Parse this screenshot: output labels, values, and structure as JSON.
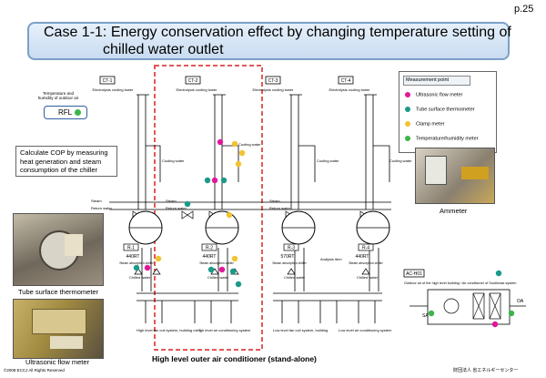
{
  "page_number": "p.25",
  "title": {
    "line1": "Case 1-1: Energy conservation effect by changing temperature setting of",
    "line2": "chilled water outlet"
  },
  "legend": {
    "heading": "Measurement point",
    "items": [
      {
        "label": "Ultrasonic flow meter",
        "color": "#e0179b"
      },
      {
        "label": "Tube surface thermometer",
        "color": "#1a9a8a"
      },
      {
        "label": "Clamp meter",
        "color": "#f2c230"
      },
      {
        "label": "Temperature/humidity meter",
        "color": "#3bb54a"
      }
    ]
  },
  "rfl": {
    "caption": "Temperature and humidity of outdoor air",
    "label": "RFL"
  },
  "cop_note": "Calculate COP by measuring heat generation and steam consumption of the chiller",
  "cooling_towers": [
    {
      "id": "CT-1",
      "caption": "Electrolysis cooling tower"
    },
    {
      "id": "CT-2",
      "caption": "Electrolysis cooling tower"
    },
    {
      "id": "CT-3",
      "caption": "Electrolysis cooling tower"
    },
    {
      "id": "CT-4",
      "caption": "Electrolysis cooling tower"
    }
  ],
  "chillers": [
    {
      "id": "R-1",
      "capacity": "440RT",
      "caption": "Steam absorption chiller"
    },
    {
      "id": "R-2",
      "capacity": "440RT",
      "caption": "Steam absorption chiller"
    },
    {
      "id": "R-3",
      "capacity": "570RT",
      "caption": "Steam absorption chiller"
    },
    {
      "id": "R-4",
      "capacity": "440RT",
      "caption": "Steam absorption chiller"
    }
  ],
  "pipe_labels": {
    "cooling_water": "Cooling water",
    "steam": "Steam",
    "return_water": "Return water",
    "chilled_water": "Chilled water",
    "analysis_item": "Analysis item"
  },
  "bottom_labels": [
    "High level fan coil system, building no. 1",
    "High level air conditioning system",
    "Low level fan coil system, building",
    "Low level air conditioning system"
  ],
  "ac_unit": {
    "id": "AC-H01",
    "caption": "Outdoor air of the high level building / Air conditioner of Southeast system",
    "sa": "SA",
    "oa": "OA"
  },
  "photos": {
    "ammeter": "Ammeter",
    "tube_thermometer": "Tube surface thermometer",
    "ultrasonic": "Ultrasonic flow meter"
  },
  "subtitle": "High level outer air conditioner (stand-alone)",
  "copyright": "©2008 ECCJ All Rights Reserved",
  "org": "財団法人 省エネルギーセンター"
}
